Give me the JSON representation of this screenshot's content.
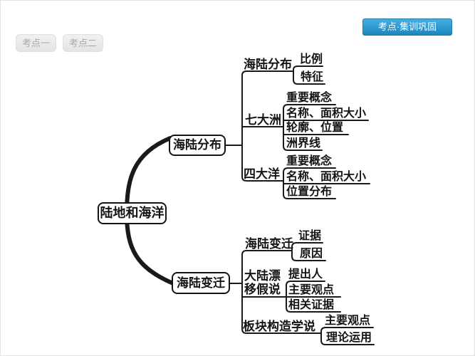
{
  "tabs": {
    "tab1": "考点一",
    "tab2": "考点二"
  },
  "action_button": {
    "label": "考点·集训巩固"
  },
  "colors": {
    "accent_blue_top": "#47b0e0",
    "accent_blue_bottom": "#1b85c0",
    "line_color": "#1a1a1a",
    "tab_bg": "#ebebeb",
    "tab_text": "#a9a9a9"
  },
  "mindmap": {
    "root": "陆地和海洋",
    "branch1": {
      "node": "海陆分布",
      "group1": {
        "label": "海陆分布",
        "child1": "比例",
        "child2": "特征"
      },
      "group2": {
        "label": "七大洲",
        "child1": "重要概念",
        "child2": "名称、面积大小",
        "child3": "轮廓、位置",
        "child4": "洲界线"
      },
      "group3": {
        "label": "四大洋",
        "child1": "重要概念",
        "child2": "名称、面积大小",
        "child3": "位置分布"
      }
    },
    "branch2": {
      "node": "海陆变迁",
      "group1": {
        "label": "海陆变迁",
        "child1": "证据",
        "child2": "原因"
      },
      "group2": {
        "label": "大陆漂移假说",
        "child1": "提出人",
        "child2": "主要观点",
        "child3": "相关证据"
      },
      "group3": {
        "label": "板块构造学说",
        "child1": "主要观点",
        "child2": "理论运用"
      }
    }
  }
}
